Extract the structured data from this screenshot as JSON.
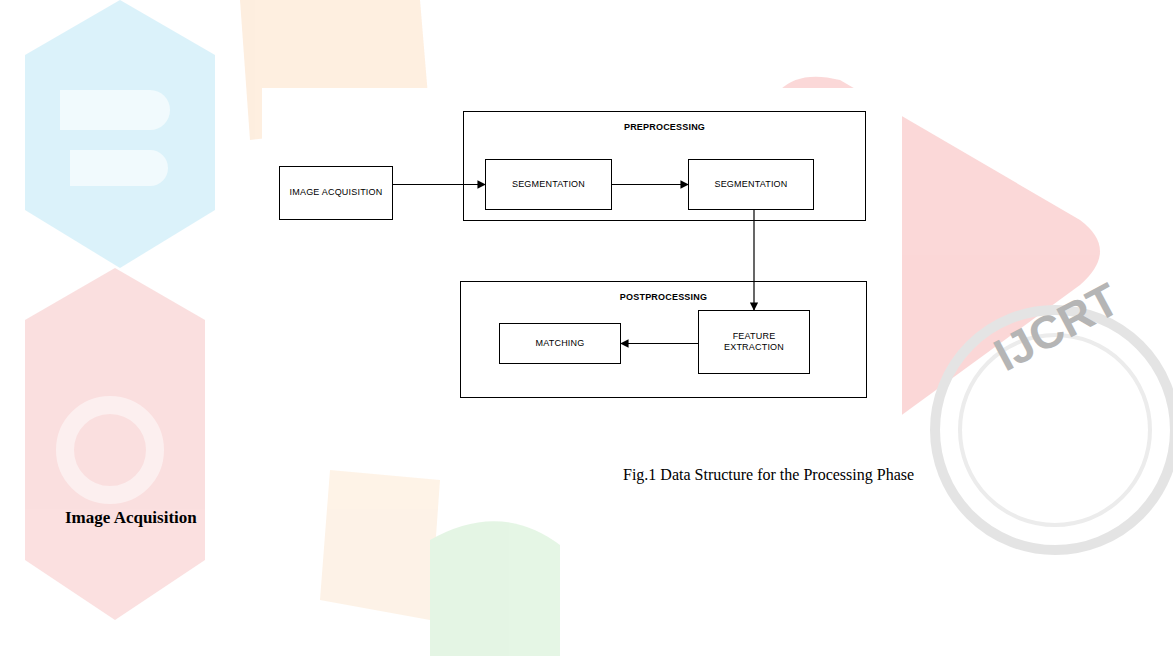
{
  "diagram": {
    "caption": "Fig.1 Data Structure for the Processing Phase",
    "nodes": [
      {
        "text": [
          "IMAGE ACQUISITION"
        ]
      },
      {
        "text": [
          "PREPROCESSING"
        ]
      },
      {
        "text": [
          "SEGMENTATION"
        ],
        "in": 1
      },
      {
        "text": [
          "SEGMENTATION"
        ],
        "in": 1
      },
      {
        "text": [
          "POSTPROCESSING"
        ]
      },
      {
        "text": [
          "MATCHING"
        ],
        "in": 4
      },
      {
        "text": [
          "FEATURE EXTRACTION"
        ],
        "in": 4
      }
    ],
    "edges": [
      {
        "from": 0,
        "to": 2,
        "arrow": "to"
      },
      {
        "from": 2,
        "to": 3,
        "arrow": "to"
      },
      {
        "from": 3,
        "to": 6,
        "arrow": "to"
      },
      {
        "from": 6,
        "to": 5,
        "arrow": "to"
      }
    ],
    "labels": [
      "Image Acquisition",
      "IJCRT"
    ]
  }
}
